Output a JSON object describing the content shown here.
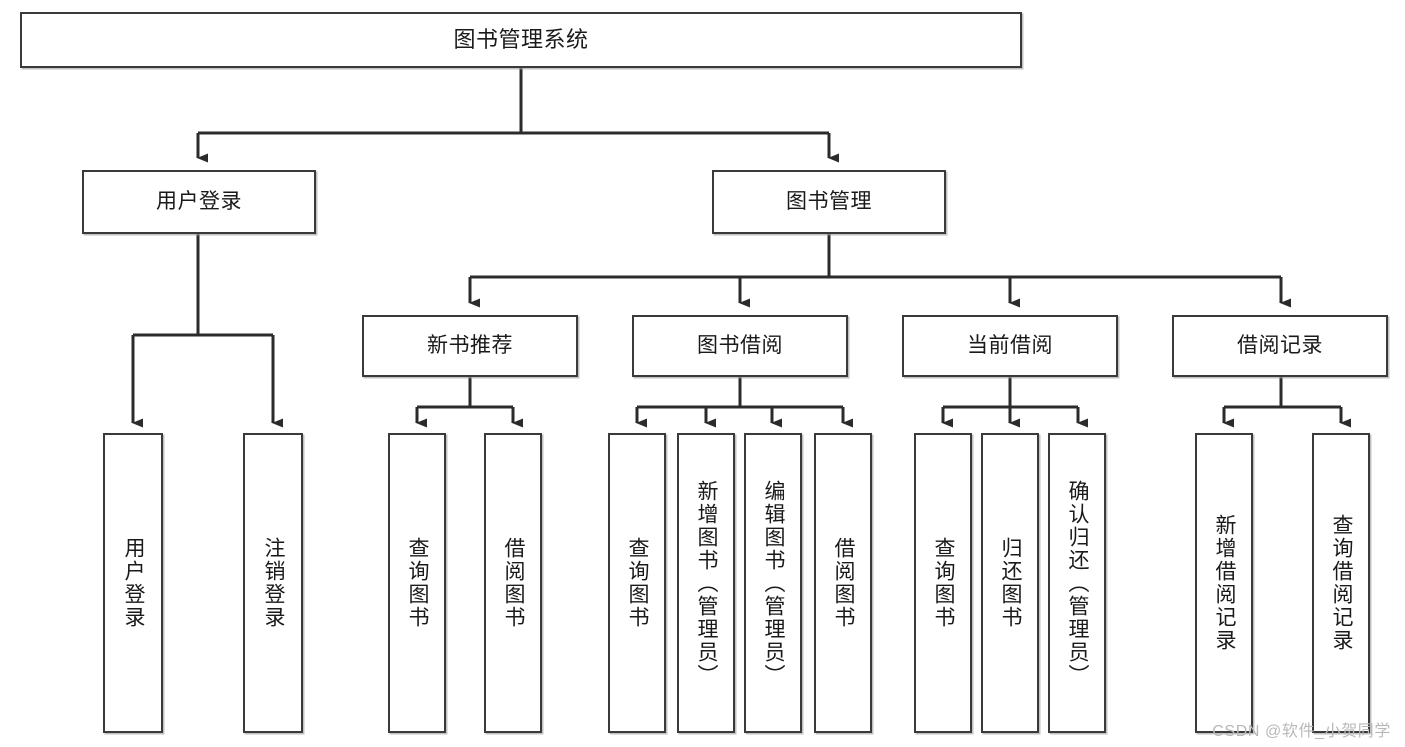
{
  "diagram": {
    "title": "图书管理系统",
    "type": "hierarchy-tree",
    "watermark": "CSDN @软件_小贺同学",
    "colors": {
      "border": "#3a3a3a",
      "background": "#ffffff",
      "text": "#1a1a1a",
      "edge": "#2b2b2b",
      "watermark": "#b9b9b9"
    },
    "levels": {
      "root": {
        "label": "图书管理系统"
      },
      "level2": [
        {
          "label": "用户登录"
        },
        {
          "label": "图书管理"
        }
      ],
      "level3": [
        {
          "label": "新书推荐"
        },
        {
          "label": "图书借阅"
        },
        {
          "label": "当前借阅"
        },
        {
          "label": "借阅记录"
        }
      ],
      "level4": [
        {
          "label": "用户登录",
          "parent": "用户登录"
        },
        {
          "label": "注销登录",
          "parent": "用户登录"
        },
        {
          "label": "查询图书",
          "parent": "新书推荐"
        },
        {
          "label": "借阅图书",
          "parent": "新书推荐"
        },
        {
          "label": "查询图书",
          "parent": "图书借阅"
        },
        {
          "label": "新增图书（管理员）",
          "parent": "图书借阅"
        },
        {
          "label": "编辑图书（管理员）",
          "parent": "图书借阅"
        },
        {
          "label": "借阅图书",
          "parent": "图书借阅"
        },
        {
          "label": "查询图书",
          "parent": "当前借阅"
        },
        {
          "label": "归还图书",
          "parent": "当前借阅"
        },
        {
          "label": "确认归还（管理员）",
          "parent": "当前借阅"
        },
        {
          "label": "新增借阅记录",
          "parent": "借阅记录"
        },
        {
          "label": "查询借阅记录",
          "parent": "借阅记录"
        }
      ]
    }
  }
}
